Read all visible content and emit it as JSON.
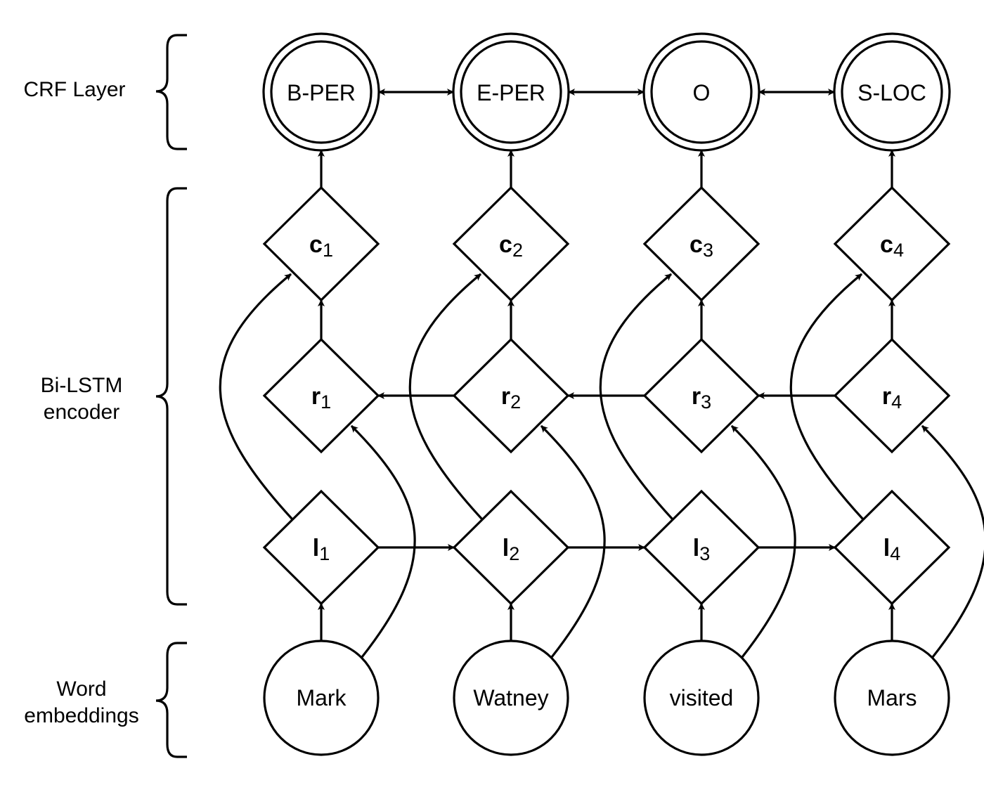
{
  "diagram": {
    "title": "Bi-LSTM-CRF sequence labeling architecture",
    "layers": [
      {
        "id": "crf",
        "label_lines": [
          "CRF Layer"
        ]
      },
      {
        "id": "bilstm",
        "label_lines": [
          "Bi-LSTM",
          "encoder"
        ]
      },
      {
        "id": "embeddings",
        "label_lines": [
          "Word",
          "embeddings"
        ]
      }
    ],
    "tokens": [
      "Mark",
      "Watney",
      "visited",
      "Mars"
    ],
    "tags": [
      "B-PER",
      "E-PER",
      "O",
      "S-LOC"
    ],
    "left_states": [
      {
        "symbol": "l",
        "index": "1"
      },
      {
        "symbol": "l",
        "index": "2"
      },
      {
        "symbol": "l",
        "index": "3"
      },
      {
        "symbol": "l",
        "index": "4"
      }
    ],
    "right_states": [
      {
        "symbol": "r",
        "index": "1"
      },
      {
        "symbol": "r",
        "index": "2"
      },
      {
        "symbol": "r",
        "index": "3"
      },
      {
        "symbol": "r",
        "index": "4"
      }
    ],
    "concat_states": [
      {
        "symbol": "c",
        "index": "1"
      },
      {
        "symbol": "c",
        "index": "2"
      },
      {
        "symbol": "c",
        "index": "3"
      },
      {
        "symbol": "c",
        "index": "4"
      }
    ],
    "edges": {
      "word_to_l": "up",
      "word_to_r": "curved-right",
      "l_forward": "left-to-right",
      "r_backward": "right-to-left",
      "l_to_c": "curved-left",
      "r_to_c": "up",
      "c_to_tag": "up",
      "tag_transitions": "bidirectional"
    },
    "colors": {
      "stroke": "#000000",
      "fill": "#ffffff",
      "background": "#ffffff"
    }
  }
}
